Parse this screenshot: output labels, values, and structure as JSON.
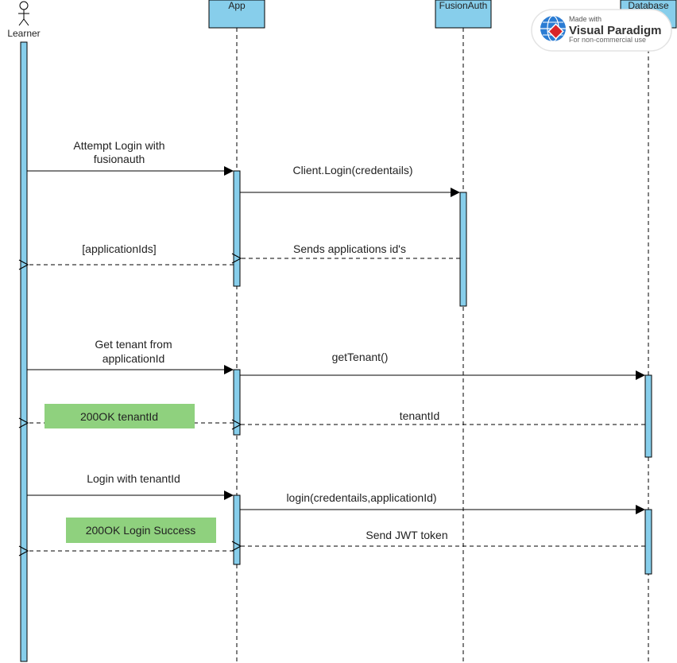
{
  "participants": {
    "learner": "Learner",
    "app": "App",
    "fusionauth": "FusionAuth",
    "database": "Database"
  },
  "messages": {
    "m1_line1": "Attempt Login with",
    "m1_line2": "fusionauth",
    "m2": "Client.Login(credentails)",
    "m3": "Sends applications id's",
    "m4": "[applicationIds]",
    "m5_line1": "Get tenant from",
    "m5_line2": "applicationId",
    "m6": "getTenant()",
    "m7": "tenantId",
    "m8": "Login with tenantId",
    "m9": "login(credentails,applicationId)",
    "m10": "Send JWT token"
  },
  "notes": {
    "n1": "200OK tenantId",
    "n2": "200OK Login Success"
  },
  "watermark": {
    "line1": "Made with",
    "line2": "Visual Paradigm",
    "line3": "For non-commercial use"
  },
  "colors": {
    "lifeline_box": "#87CEEB",
    "activation": "#87CEEB",
    "note": "#8FD17E"
  }
}
